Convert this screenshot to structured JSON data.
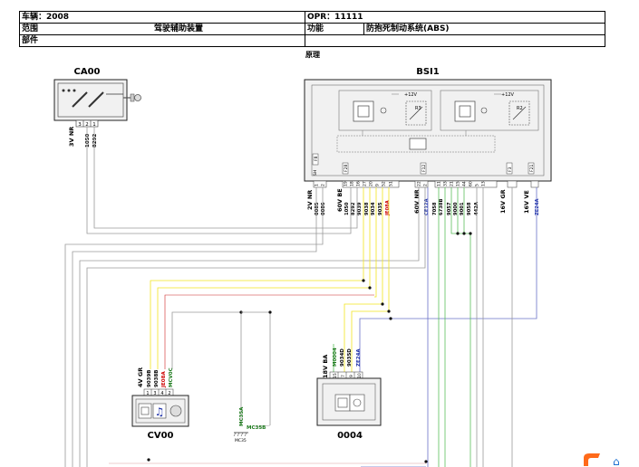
{
  "header": {
    "r1": {
      "vehicle": "车辆：2008",
      "opr": "OPR：11111"
    },
    "r2": {
      "scope_label": "范围",
      "scope_value": "驾驶辅助装置",
      "func_label": "功能",
      "func_value": "防抱死制动系统(ABS)"
    },
    "r3": {
      "part_label": "部件"
    },
    "principle": "原理"
  },
  "components": {
    "ca00": {
      "name": "CA00",
      "conn": "3V NR",
      "pins": [
        "3",
        "2",
        "1"
      ],
      "wires": [
        "1050",
        "8292"
      ]
    },
    "bsi1": {
      "name": "BSI1",
      "relays": [
        "R3",
        "R2"
      ],
      "voltage": [
        "+12V",
        "+12V"
      ],
      "fuses": [
        "F8",
        "F28",
        "F12",
        "F3",
        "F21"
      ],
      "sh": "SH",
      "pins": [
        "1",
        "2",
        "19",
        "18",
        "16",
        "27",
        "20",
        "9",
        "52",
        "51",
        "22",
        "2",
        "11",
        "33",
        "21",
        "15",
        "44",
        "60",
        "5",
        "13"
      ],
      "conn_groups": [
        "2V NR",
        "60V BE",
        "60V NR",
        "16V GR",
        "16V VE"
      ],
      "wires_black": [
        "0085",
        "0086",
        "1050",
        "8292",
        "9039",
        "9038",
        "9034",
        "9035",
        "7058",
        "6738B",
        "9057",
        "9000",
        "9001",
        "9058",
        "442A"
      ],
      "wire_red": "JE08A",
      "wire_blue_1": "CE12A",
      "wire_blue_2": "ZE24A"
    },
    "cv00": {
      "name": "CV00",
      "conn": "4V GR",
      "pins": [
        "1",
        "3",
        "4",
        "2"
      ],
      "wires": [
        "9039B",
        "9038B"
      ],
      "wire_red": "JE08A",
      "wire_green": "MCV0C"
    },
    "g0004": {
      "name": "0004",
      "conn": "18V BA",
      "pins": [
        "15",
        "7",
        "9",
        "10"
      ],
      "wire_green": "M0004",
      "wires": [
        "9034D",
        "9035D"
      ],
      "wire_blue": "ZE24A"
    },
    "mc35": {
      "a": "MC35A",
      "b": "MC35B",
      "ground": "MC35"
    }
  },
  "colors": {
    "wire_yellow": "#f2e51e",
    "wire_gray": "#9a9a9a",
    "wire_blue": "#6a72c8",
    "wire_green": "#5bbf5b",
    "wire_red": "#cc2222",
    "label_red": "#cc0000",
    "label_blue": "#1b2fa8",
    "label_green": "#1c7a1c"
  }
}
